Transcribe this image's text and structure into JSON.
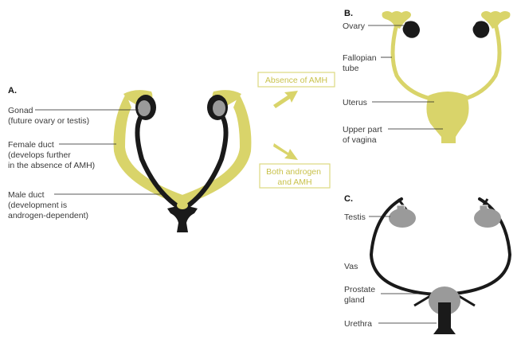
{
  "panels": {
    "a": {
      "heading": "A.",
      "labels": {
        "gonad": [
          "Gonad",
          "(future ovary or testis)"
        ],
        "female_duct": [
          "Female duct",
          "(develops further",
          "in the absence of AMH)"
        ],
        "male_duct": [
          "Male duct",
          "(development is",
          "androgen-dependent)"
        ]
      }
    },
    "b": {
      "heading": "B.",
      "labels": {
        "ovary": [
          "Ovary"
        ],
        "fallopian": [
          "Fallopian",
          "tube"
        ],
        "uterus": [
          "Uterus"
        ],
        "vagina": [
          "Upper part",
          "of vagina"
        ]
      }
    },
    "c": {
      "heading": "C.",
      "labels": {
        "testis": [
          "Testis"
        ],
        "vas": [
          "Vas"
        ],
        "prostate": [
          "Prostate",
          "gland"
        ],
        "urethra": [
          "Urethra"
        ]
      }
    }
  },
  "transitions": {
    "absence": [
      "Absence of AMH"
    ],
    "both": [
      "Both androgen",
      "and AMH"
    ]
  },
  "colors": {
    "accent_yellow": "#d9d46a",
    "box_yellow": "#ddd980",
    "duct_black": "#1a1a1a",
    "gonad_grey": "#9a9a9a"
  }
}
